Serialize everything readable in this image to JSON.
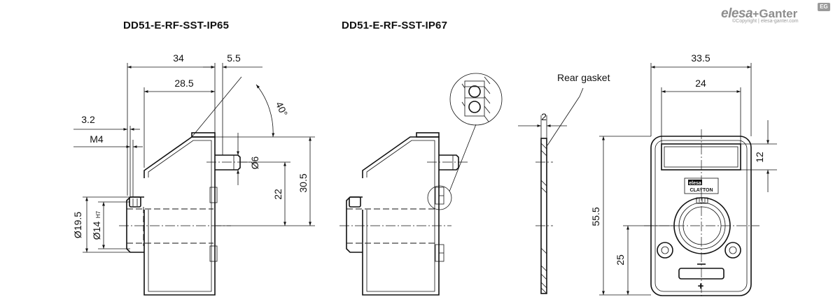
{
  "titles": {
    "left": "DD51-E-RF-SST-IP65",
    "right": "DD51-E-RF-SST-IP67"
  },
  "logo": {
    "brand": "elesa",
    "plus": "+",
    "brand2": "Ganter",
    "badge": "EG",
    "copyright": "©Copyright | elesa-ganter.com"
  },
  "dimensions": {
    "d34": "34",
    "d5_5": "5.5",
    "d28_5": "28.5",
    "d40deg": "40°",
    "d3_2": "3.2",
    "m4": "M4",
    "d6": "Ø6",
    "d22": "22",
    "d30_5": "30.5",
    "d19_5": "Ø19.5",
    "d14": "Ø14",
    "d14_tol": "H7",
    "d2": "2",
    "d33_5": "33.5",
    "d24": "24",
    "d12": "12",
    "d55_5": "55.5",
    "d25": "25"
  },
  "annotations": {
    "rear_gasket": "Rear gasket"
  },
  "indicator": {
    "logo_text": "elesa",
    "model_text": "CLAYTON",
    "plus_symbol": "+"
  }
}
